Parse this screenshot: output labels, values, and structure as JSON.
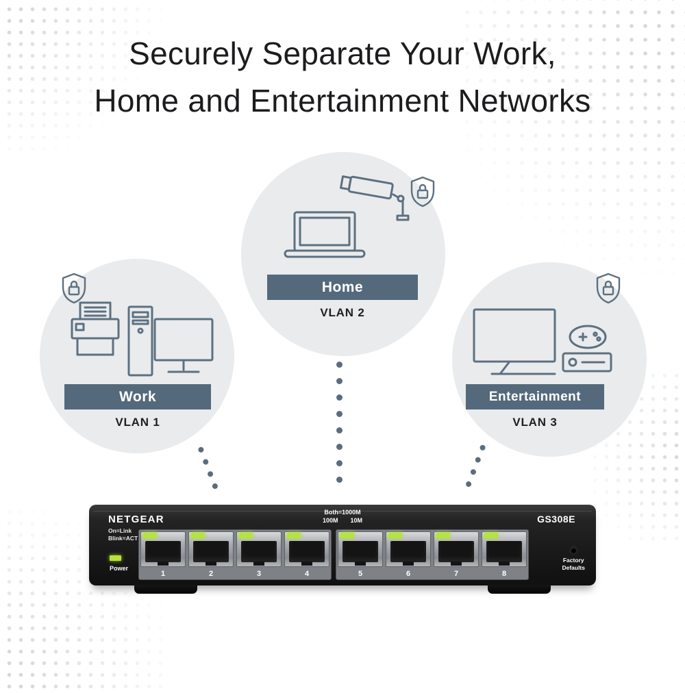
{
  "title": {
    "line1": "Securely Separate Your Work,",
    "line2": "Home and Entertainment Networks"
  },
  "bubbles": {
    "work": {
      "label": "Work",
      "vlan": "VLAN 1"
    },
    "home": {
      "label": "Home",
      "vlan": "VLAN 2"
    },
    "entertainment": {
      "label": "Entertainment",
      "vlan": "VLAN 3"
    }
  },
  "device": {
    "brand": "NETGEAR",
    "model": "GS308E",
    "speed_legend": {
      "both": "Both=1000M",
      "m100": "100M",
      "m10": "10M"
    },
    "link_legend": {
      "on": "On=Link",
      "blink": "Blink=ACT"
    },
    "power_label": "Power",
    "ports": [
      "1",
      "2",
      "3",
      "4",
      "5",
      "6",
      "7",
      "8"
    ],
    "factory_reset": {
      "line1": "Factory",
      "line2": "Defaults"
    }
  },
  "icons": {
    "shield": "shield-lock-icon",
    "work": [
      "printer-icon",
      "desktop-computer-icon"
    ],
    "home": [
      "laptop-icon",
      "security-camera-icon"
    ],
    "entertainment": [
      "tv-icon",
      "game-console-icon",
      "gamepad-icon"
    ]
  },
  "colors": {
    "label_bar": "#54697c",
    "bubble_bg": "#e9ebed",
    "line_art": "#5d7080",
    "led_green": "#b6e33c",
    "chassis": "#1a1a1a",
    "title_text": "#1c1c1e"
  }
}
